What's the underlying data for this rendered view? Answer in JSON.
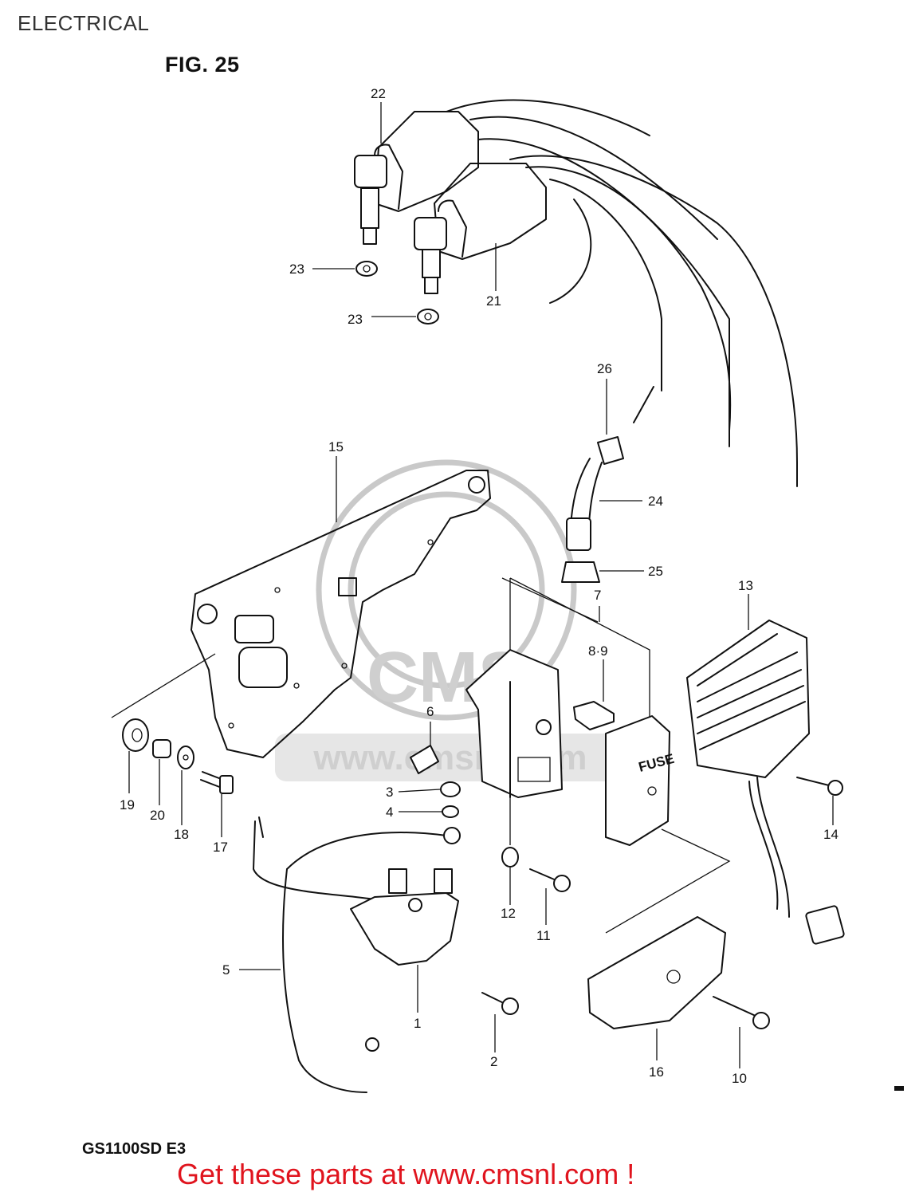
{
  "header": {
    "section_title": "ELECTRICAL",
    "figure_title": "FIG. 25"
  },
  "footer": {
    "model_code": "GS1100SD E3",
    "call_to_action": "Get these parts at www.cmsnl.com !"
  },
  "watermark": {
    "text": "www.cmsnl.com",
    "logo_text": "CMS"
  },
  "callouts": [
    {
      "id": "22",
      "label": "22"
    },
    {
      "id": "23a",
      "label": "23"
    },
    {
      "id": "21",
      "label": "21"
    },
    {
      "id": "23b",
      "label": "23"
    },
    {
      "id": "26",
      "label": "26"
    },
    {
      "id": "15",
      "label": "15"
    },
    {
      "id": "24",
      "label": "24"
    },
    {
      "id": "25",
      "label": "25"
    },
    {
      "id": "7",
      "label": "7"
    },
    {
      "id": "13",
      "label": "13"
    },
    {
      "id": "8-9",
      "label": "8·9"
    },
    {
      "id": "6",
      "label": "6"
    },
    {
      "id": "19",
      "label": "19"
    },
    {
      "id": "20",
      "label": "20"
    },
    {
      "id": "18",
      "label": "18"
    },
    {
      "id": "17",
      "label": "17"
    },
    {
      "id": "3",
      "label": "3"
    },
    {
      "id": "4",
      "label": "4"
    },
    {
      "id": "14",
      "label": "14"
    },
    {
      "id": "12",
      "label": "12"
    },
    {
      "id": "11",
      "label": "11"
    },
    {
      "id": "5",
      "label": "5"
    },
    {
      "id": "1",
      "label": "1"
    },
    {
      "id": "2",
      "label": "2"
    },
    {
      "id": "16",
      "label": "16"
    },
    {
      "id": "10",
      "label": "10"
    }
  ],
  "fuse_cover_text": "FUSE"
}
